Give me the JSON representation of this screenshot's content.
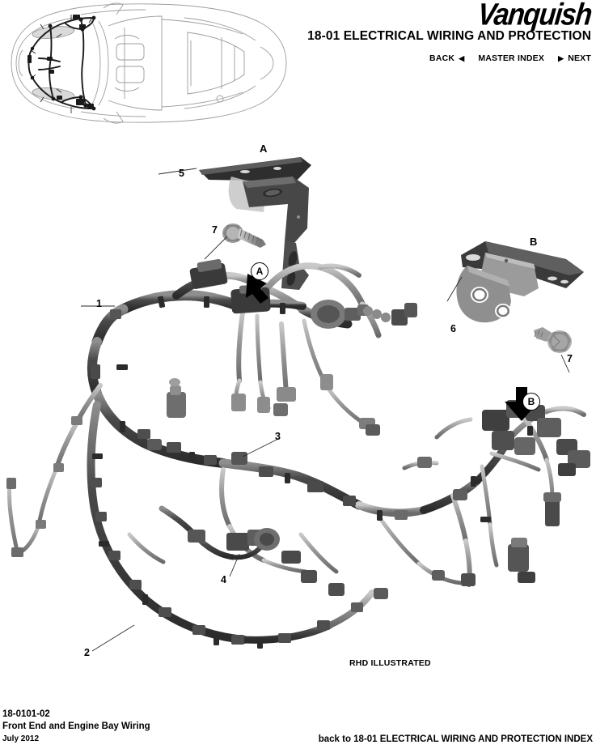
{
  "header": {
    "brand": "Vanquish",
    "title": "18-01 ELECTRICAL WIRING AND PROTECTION",
    "nav": {
      "back_label": "BACK",
      "back_arrow": "◀",
      "index_label": "MASTER INDEX",
      "next_arrow": "▶",
      "next_label": "NEXT"
    }
  },
  "illustration": {
    "key_view_caption": "",
    "rhd_note": "RHD ILLUSTRATED",
    "detail_labels": [
      {
        "id": "detail-a",
        "letter": "A"
      },
      {
        "id": "detail-b",
        "letter": "B"
      }
    ],
    "circle_badges": [
      {
        "id": "badge-a",
        "letter": "A"
      },
      {
        "id": "badge-b",
        "letter": "B"
      }
    ],
    "callouts": [
      {
        "id": "callout-1",
        "number": "1"
      },
      {
        "id": "callout-2",
        "number": "2"
      },
      {
        "id": "callout-3",
        "number": "3"
      },
      {
        "id": "callout-4",
        "number": "4"
      },
      {
        "id": "callout-5",
        "number": "5"
      },
      {
        "id": "callout-6",
        "number": "6"
      },
      {
        "id": "callout-7a",
        "number": "7"
      },
      {
        "id": "callout-7b",
        "number": "7"
      }
    ]
  },
  "footer": {
    "code": "18-0101-02",
    "subtitle": "Front End and Engine Bay Wiring",
    "date": "July 2012",
    "index_link": "back to 18-01 ELECTRICAL WIRING AND PROTECTION INDEX"
  },
  "colors": {
    "text": "#000000",
    "page_bg": "#ffffff",
    "harness_dark": "#3a3a3a",
    "harness_mid": "#6e6e6e",
    "harness_light": "#a8a8a8",
    "bracket_dark": "#474747",
    "bracket_mid": "#7d7d7d",
    "car_outline": "#9a9a9a"
  }
}
